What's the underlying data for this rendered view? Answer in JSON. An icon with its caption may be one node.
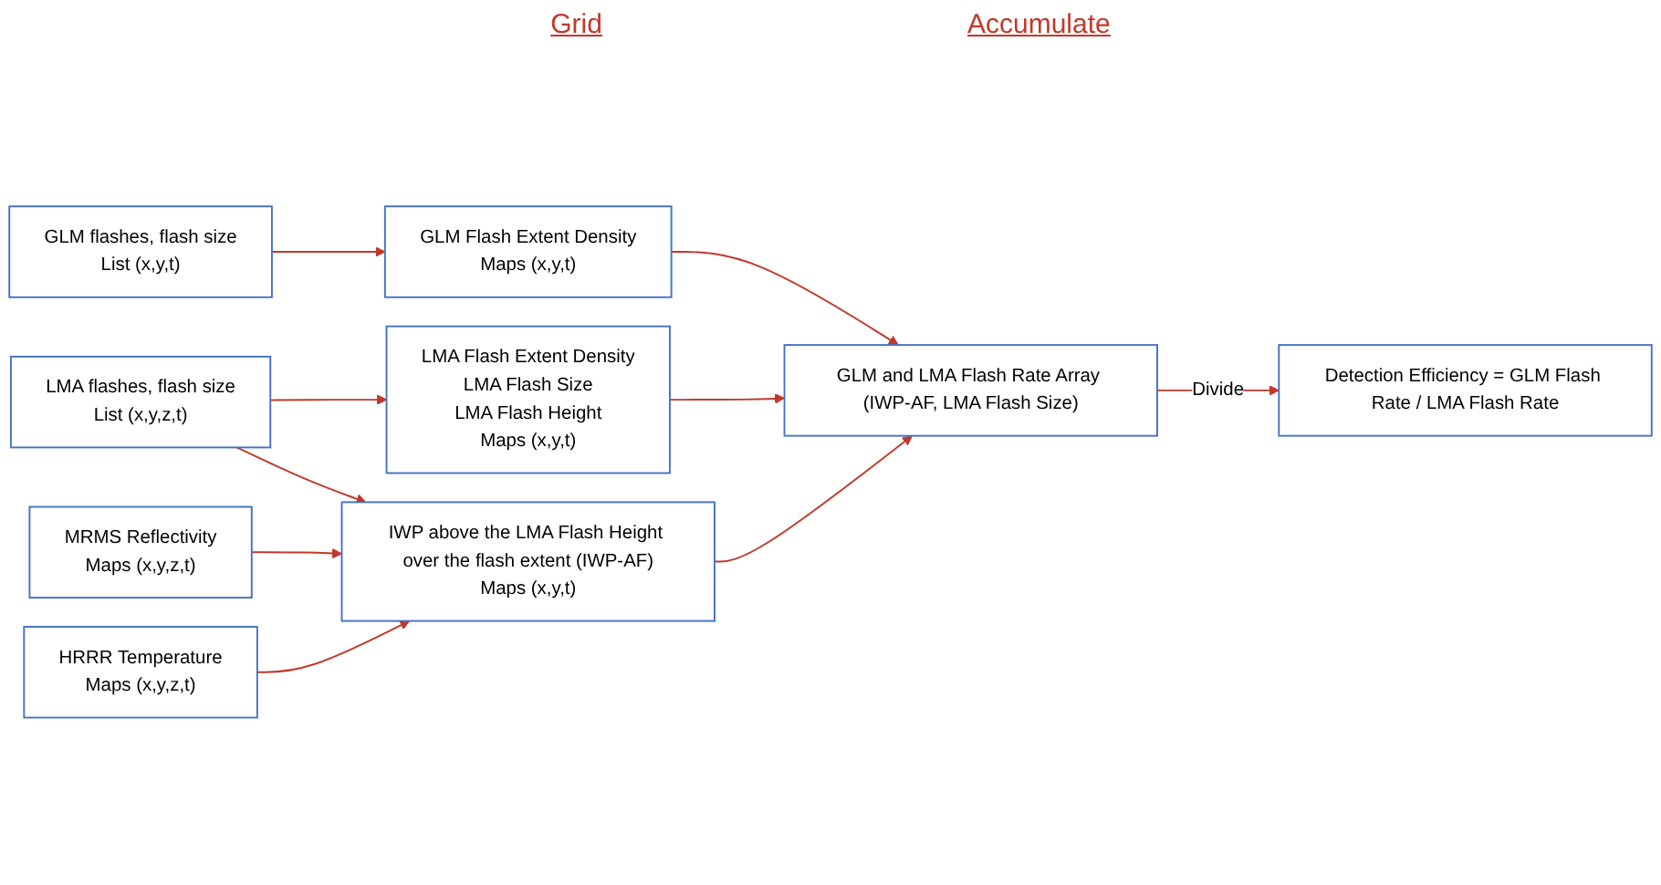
{
  "diagram": {
    "nodes": [
      {
        "text": [
          "GLM flashes, flash size",
          "List (x,y,t)"
        ]
      },
      {
        "text": [
          "GLM Flash Extent Density",
          "Maps (x,y,t)"
        ]
      },
      {
        "text": [
          "LMA flashes, flash size",
          "List (x,y,z,t)"
        ]
      },
      {
        "text": [
          "LMA Flash Extent Density",
          "LMA Flash Size",
          "LMA Flash Height",
          "Maps (x,y,t)"
        ]
      },
      {
        "text": [
          "MRMS Reflectivity",
          "Maps (x,y,z,t)"
        ]
      },
      {
        "text": [
          "IWP above the LMA Flash Height over the flash extent (IWP-AF)",
          "Maps (x,y,t)"
        ]
      },
      {
        "text": [
          "HRRR Temperature",
          "Maps (x,y,z,t)"
        ]
      },
      {
        "text": [
          "GLM and LMA Flash Rate Array (IWP-AF, LMA Flash Size)"
        ]
      },
      {
        "text": [
          "Detection Efficiency = GLM Flash Rate / LMA Flash Rate"
        ]
      }
    ],
    "edges": [
      {
        "from": 0,
        "to": 1,
        "arrow": "to"
      },
      {
        "from": 1,
        "to": 7,
        "arrow": "to"
      },
      {
        "from": 2,
        "to": 3,
        "arrow": "to"
      },
      {
        "from": 2,
        "to": 5,
        "arrow": "to"
      },
      {
        "from": 4,
        "to": 5,
        "arrow": "to"
      },
      {
        "from": 6,
        "to": 5,
        "arrow": "to"
      },
      {
        "from": 3,
        "to": 7,
        "arrow": "to"
      },
      {
        "from": 5,
        "to": 7,
        "arrow": "to"
      },
      {
        "from": 7,
        "to": 8,
        "arrow": "to",
        "label": "Divide"
      }
    ],
    "labels": [
      "Grid",
      "Accumulate"
    ]
  }
}
